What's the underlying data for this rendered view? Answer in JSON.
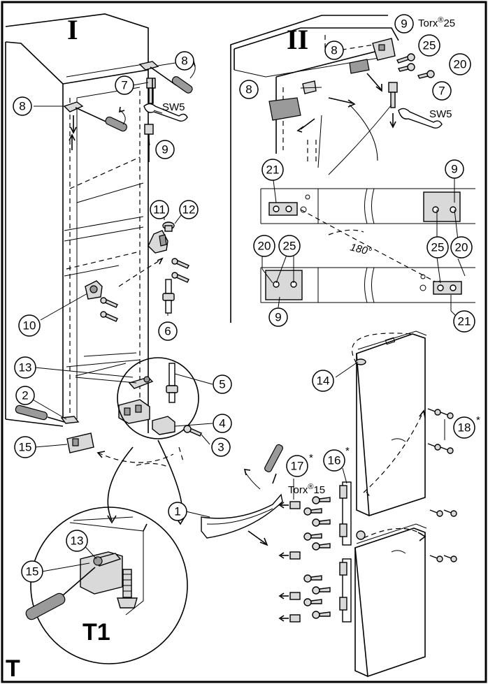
{
  "panels": {
    "panel_1": "I",
    "panel_2": "II",
    "detail": "T1",
    "corner": "T"
  },
  "tool_labels": {
    "wrench_1": "SW5",
    "wrench_2": "SW5",
    "torx_25_prefix": "Torx",
    "torx_25_mark": "®",
    "torx_25_size": "25",
    "torx_15_prefix": "Torx",
    "torx_15_mark": "®",
    "torx_15_size": "15"
  },
  "angle_label": "180°",
  "asterisk": "*",
  "callouts": {
    "c1": "1",
    "c2": "2",
    "c3": "3",
    "c4": "4",
    "c5": "5",
    "c6": "6",
    "c7a": "7",
    "c7b": "7",
    "c8a": "8",
    "c8b": "8",
    "c8c": "8",
    "c8d": "8",
    "c9a": "9",
    "c9b": "9",
    "c9c": "9",
    "c9d": "9",
    "c10": "10",
    "c11": "11",
    "c12": "12",
    "c13a": "13",
    "c13b": "13",
    "c14": "14",
    "c15a": "15",
    "c15b": "15",
    "c16": "16",
    "c17": "17",
    "c18": "18",
    "c20a": "20",
    "c20b": "20",
    "c20c": "20",
    "c21a": "21",
    "c21b": "21",
    "c25a": "25",
    "c25b": "25",
    "c25c": "25"
  }
}
